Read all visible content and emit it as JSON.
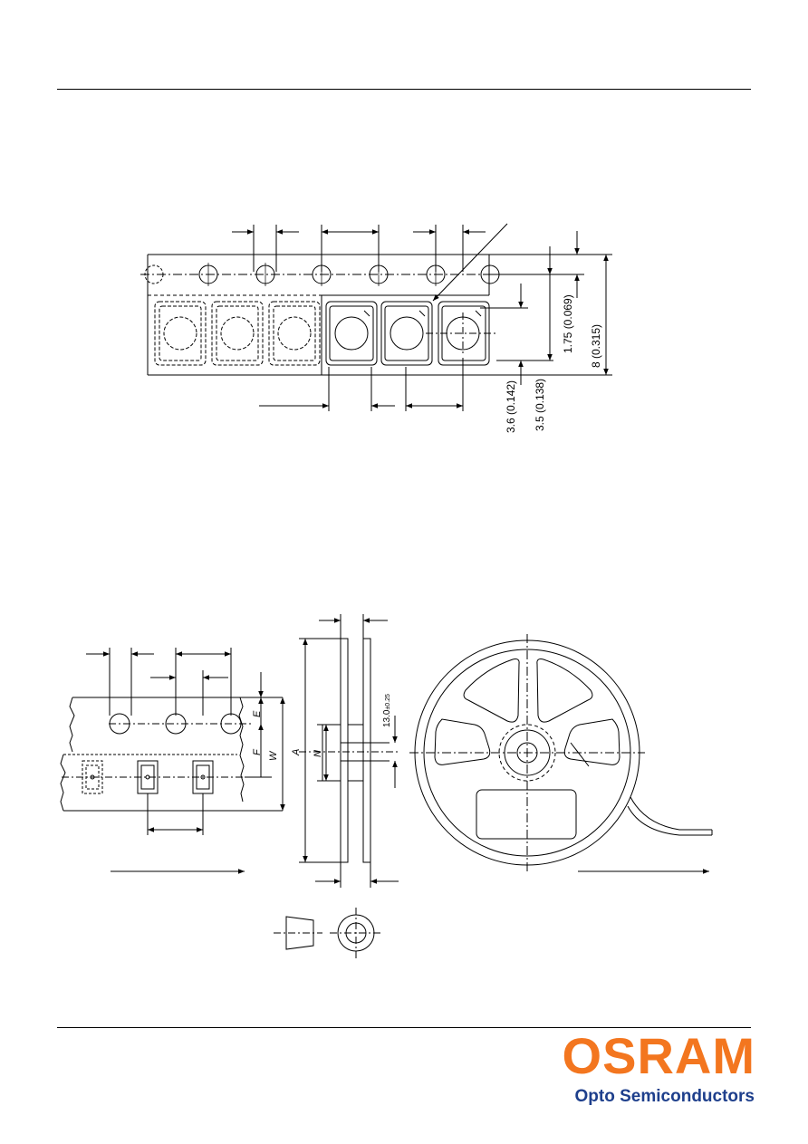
{
  "tape_drawing": {
    "dim_hole_offset": "1.75 (0.069)",
    "dim_tape_width": "8 (0.315)",
    "dim_pocket_length": "3.6 (0.142)",
    "dim_pocket_width": "3.5 (0.138)"
  },
  "reel_drawing": {
    "hub_diameter": "13.0",
    "hub_tolerance": "±0.25",
    "label_e": "E",
    "label_f": "F",
    "label_w": "W",
    "label_a": "A",
    "label_n": "N"
  },
  "footer": {
    "brand": "OSRAM",
    "division": "Opto Semiconductors"
  },
  "colors": {
    "brand_orange": "#F3761F",
    "brand_blue": "#1E3F8C",
    "line": "#000000"
  }
}
